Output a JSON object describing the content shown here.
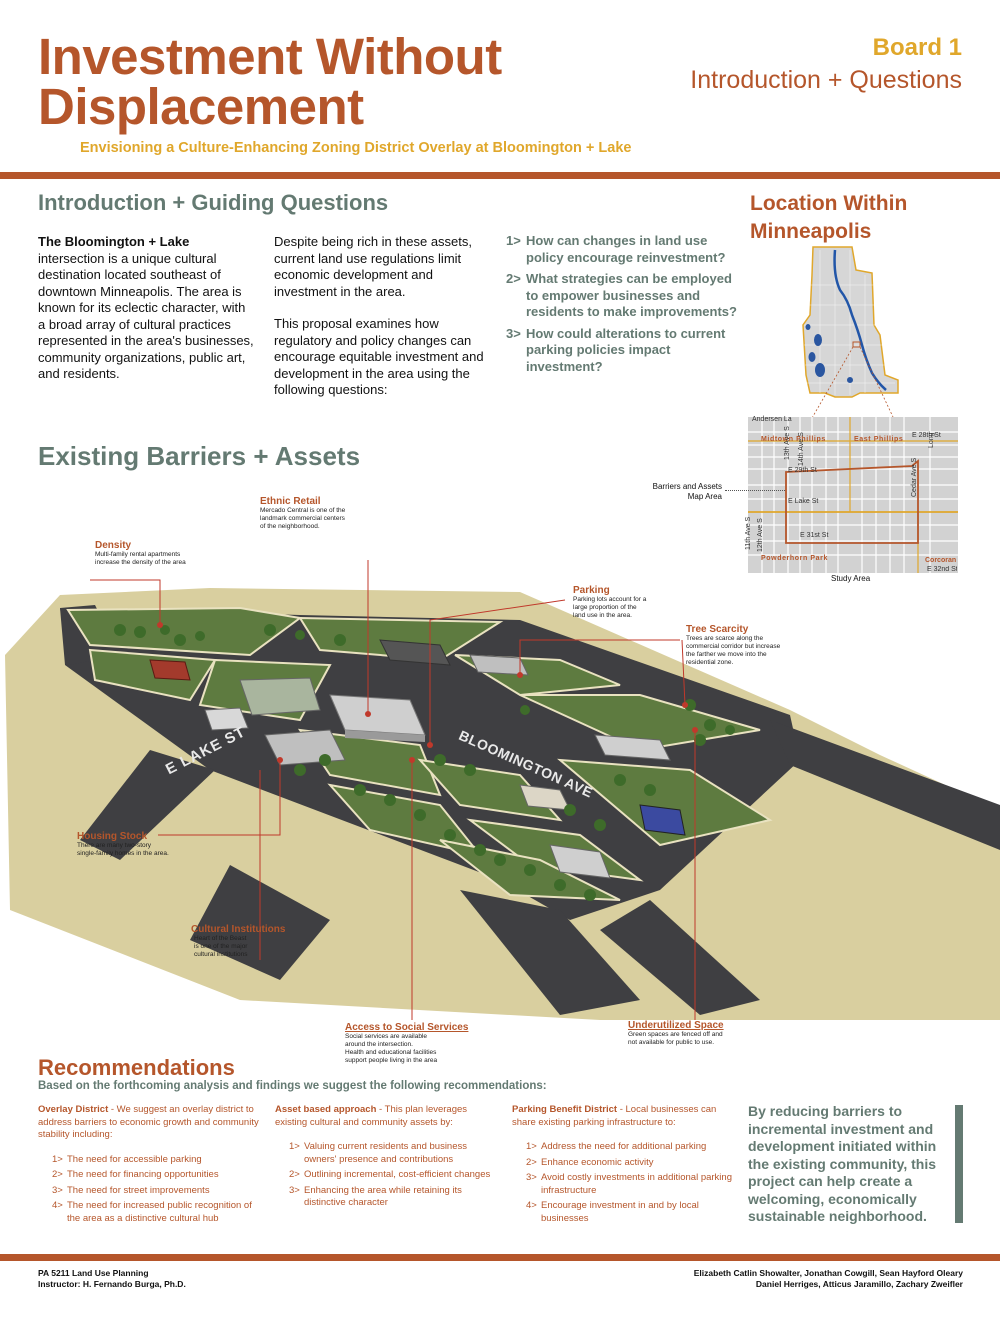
{
  "header": {
    "title_line1": "Investment Without",
    "title_line2": "Displacement",
    "subtitle": "Envisioning a Culture-Enhancing Zoning District Overlay at Bloomington + Lake",
    "board_number": "Board 1",
    "board_title": "Introduction + Questions"
  },
  "intro": {
    "heading": "Introduction + Guiding Questions",
    "col1_bold": "The Bloomington + Lake",
    "col1_text": "intersection is a unique cultural destination located southeast of downtown Minneapolis. The area is known for its eclectic character, with a broad array of cultural practices represented in the area's businesses, community organizations, public art, and residents.",
    "col2_p1": "Despite being rich in these assets, current land use regulations limit economic development and investment in the area.",
    "col2_p2": "This proposal examines how regulatory and policy changes can encourage equitable investment and development in the area using the following questions:",
    "questions": [
      {
        "num": "1>",
        "text": "How can changes in land use policy encourage reinvestment?"
      },
      {
        "num": "2>",
        "text": "What strategies can be employed to empower businesses and residents to make improvements?"
      },
      {
        "num": "3>",
        "text": "How could alterations to current parking policies impact investment?"
      }
    ]
  },
  "location": {
    "heading_line1": "Location Within",
    "heading_line2": "Minneapolis",
    "map_callout_line1": "Barriers and Assets",
    "map_callout_line2": "Map Area",
    "study_area_label": "Study Area",
    "streets": {
      "andersen": "Andersen La",
      "e28": "E 28th St",
      "e29": "E 29th St",
      "lake": "E Lake St",
      "e31": "E 31st St",
      "e32": "E 32nd St",
      "ave11": "11th Ave S",
      "ave12": "12th Ave S",
      "ave13": "13th Ave S",
      "ave14": "14th Ave S",
      "cedar": "Cedar Ave S",
      "long": "Long"
    },
    "neighborhoods": {
      "midtown": "Midtown Phillips",
      "east_phillips": "East Phillips",
      "powderhorn": "Powderhorn Park",
      "corcoran": "Corcoran"
    }
  },
  "barriers": {
    "heading": "Existing Barriers + Assets",
    "street_labels": {
      "lake": "E LAKE ST",
      "bloomington": "BLOOMINGTON AVE"
    },
    "callouts": {
      "density": {
        "title": "Density",
        "text": [
          "Multi-family rental apartments",
          "increase the density of the area"
        ]
      },
      "ethnic_retail": {
        "title": "Ethnic Retail",
        "text": [
          "Mercado Central is one of the",
          "landmark commercial centers",
          "of the neighborhood."
        ]
      },
      "parking": {
        "title": "Parking",
        "text": [
          "Parking lots account for a",
          "large proportion of the",
          "land use in the area."
        ]
      },
      "tree": {
        "title": "Tree Scarcity",
        "text": [
          "Trees are scarce along the",
          "commercial corridor but increase",
          "the farther we move into the",
          "residential zone."
        ]
      },
      "housing": {
        "title": "Housing Stock",
        "text": [
          "There are many two-story",
          "single-family homes in the area."
        ]
      },
      "cultural": {
        "title": "Cultural Institutions",
        "text": [
          "Heart of the Beast",
          "is one of the major",
          "cultural institutions"
        ]
      },
      "social": {
        "title": "Access to Social Services",
        "text": [
          "Social services are available",
          "around the intersection.",
          "Health and educational facilities",
          "support people living in the area"
        ]
      },
      "underutilized": {
        "title": "Underutilized Space",
        "text": [
          "Green spaces are fenced off and",
          "not available for public to use."
        ]
      }
    }
  },
  "recommendations": {
    "heading": "Recommendations",
    "intro": "Based on the forthcoming analysis and findings we suggest the following recommendations:",
    "columns": [
      {
        "lead_bold": "Overlay District",
        "lead_text": " - We suggest an overlay district to address barriers to economic growth and community stability including:",
        "items": [
          {
            "num": "1>",
            "text": "The need for accessible parking"
          },
          {
            "num": "2>",
            "text": "The need for financing opportunities"
          },
          {
            "num": "3>",
            "text": "The need for street improvements"
          },
          {
            "num": "4>",
            "text": "The need for increased public recognition of the area as a distinctive cultural hub"
          }
        ]
      },
      {
        "lead_bold": "Asset based approach",
        "lead_text": " - This plan leverages existing cultural and community assets by:",
        "items": [
          {
            "num": "1>",
            "text": "Valuing current residents and business owners' presence and contributions"
          },
          {
            "num": "2>",
            "text": "Outlining incremental, cost-efficient changes"
          },
          {
            "num": "3>",
            "text": "Enhancing the area while retaining its distinctive character"
          }
        ]
      },
      {
        "lead_bold": "Parking Benefit District",
        "lead_text": " - Local businesses can share existing parking infrastructure to:",
        "items": [
          {
            "num": "1>",
            "text": "Address the need for additional parking"
          },
          {
            "num": "2>",
            "text": "Enhance economic activity"
          },
          {
            "num": "3>",
            "text": "Avoid costly investments in additional parking infrastructure"
          },
          {
            "num": "4>",
            "text": "Encourage investment in and by local businesses"
          }
        ]
      }
    ],
    "closing": "By reducing barriers to incremental investment and development initiated within the existing community, this project can help create a welcoming, economically sustainable neighborhood."
  },
  "footer": {
    "course": "PA 5211 Land Use Planning",
    "instructor": "Instructor: H. Fernando Burga, Ph.D.",
    "authors_line1": "Elizabeth Catlin Showalter, Jonathan Cowgill, Sean Hayford Oleary",
    "authors_line2": "Daniel Herriges, Atticus Jaramillo, Zachary Zweifler"
  },
  "colors": {
    "accent_rust": "#b5562b",
    "accent_gold": "#e0a72b",
    "heading_gray_green": "#647a72",
    "road": "#3f3f42",
    "ground_tan": "#d9cf9f",
    "block_green": "#5e7b40"
  }
}
